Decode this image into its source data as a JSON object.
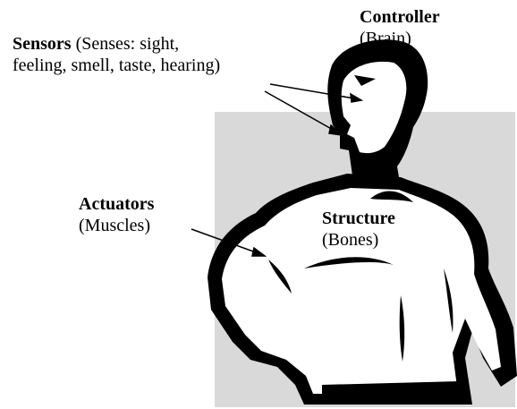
{
  "labels": {
    "controller": {
      "title": "Controller",
      "note": "(Brain)"
    },
    "sensors": {
      "title": "Sensors",
      "note_line1": " (Senses: sight,",
      "note_line2": "feeling, smell, taste, hearing)"
    },
    "actuators": {
      "title": "Actuators",
      "note": "(Muscles)"
    },
    "structure": {
      "title": "Structure",
      "note": "(Bones)"
    }
  },
  "colors": {
    "background_panel": "#d9d9d9",
    "figure_fill": "#000000",
    "figure_body": "#ffffff",
    "text": "#000000"
  },
  "icons": {
    "figure": "muscular-man-silhouette"
  }
}
